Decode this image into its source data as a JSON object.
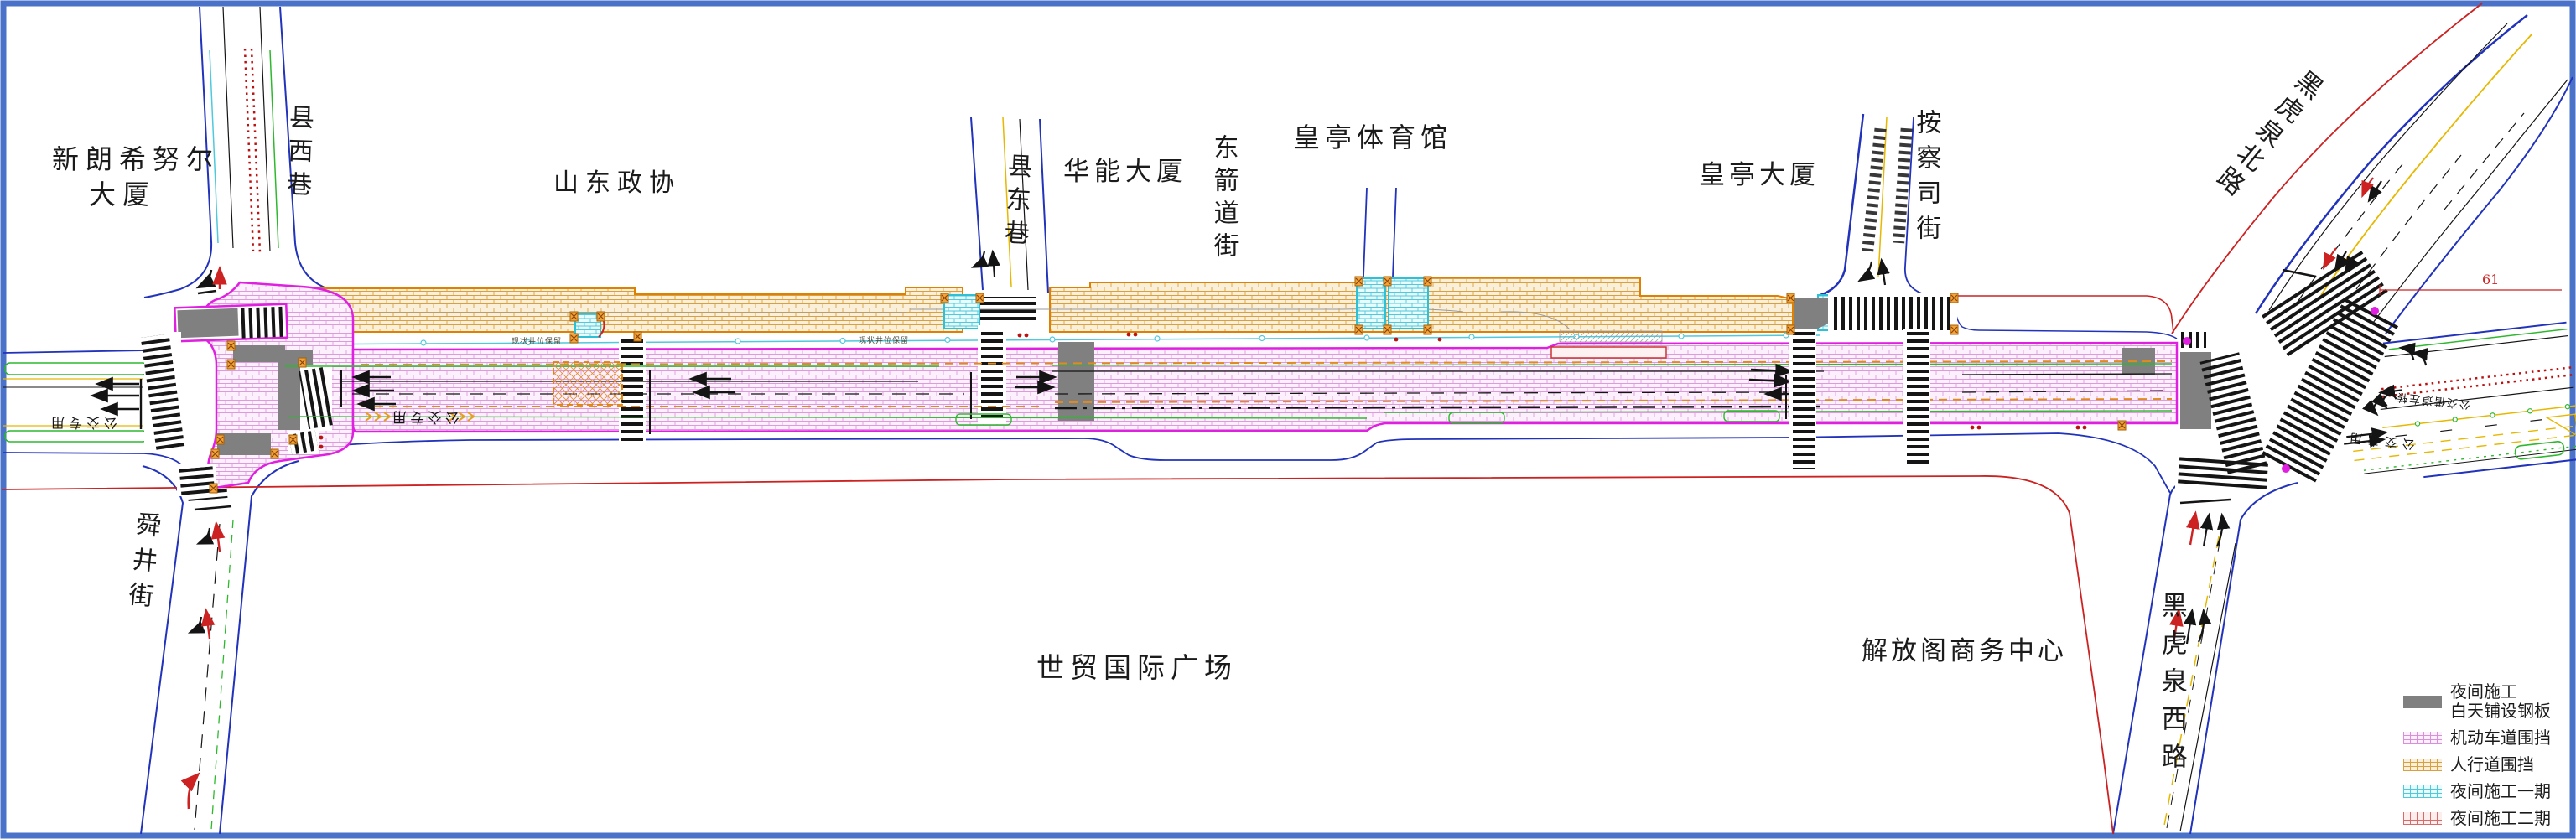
{
  "labels": {
    "xinlang_line1": "新朗希努尔",
    "xinlang_line2": "大厦",
    "xianxi_alley": "县西巷",
    "shandong_zhengxie": "山东政协",
    "xiandong_alley": "县东巷",
    "huaneng_tower": "华能大厦",
    "dongjiandao_street": "东箭道街",
    "huangting_gym": "皇亭体育馆",
    "huangting_tower": "皇亭大厦",
    "anchasi_street": "按察司街",
    "heihuquan_north_rd": "黑虎泉北路",
    "shunjing_street": "舜井街",
    "shimao_plaza": "世贸国际广场",
    "jiefangge_center": "解放阁商务中心",
    "heihuquan_west_rd": "黑虎泉西路"
  },
  "road_markings": {
    "bus_lane_west": "公交专用",
    "bus_lane_main": "公交专用",
    "bus_lane_east": "公交专用",
    "bus_borrow_left": "公交借道左转",
    "note_left": "现状井位保留",
    "note_right": "现状井位保留",
    "dimension": "61"
  },
  "legend": {
    "items": [
      {
        "line1": "夜间施工",
        "line2": "白天铺设钢板",
        "swatch": "#808080",
        "style": "solid"
      },
      {
        "line1": "机动车道围挡",
        "swatch": "#d98fd9",
        "style": "brick"
      },
      {
        "line1": "人行道围挡",
        "swatch": "#d8a040",
        "style": "brick"
      },
      {
        "line1": "夜间施工一期",
        "swatch": "#4fc9dc",
        "style": "brick"
      },
      {
        "line1": "夜间施工二期",
        "swatch": "#d96a6a",
        "style": "brick"
      }
    ]
  },
  "colors": {
    "frame": "#4a72c8",
    "workzone_border": "#e020e0",
    "sidewalk_border": "#e08000",
    "phase1_cyan": "#2ec0d4",
    "steel_plate": "#808080",
    "curb_blue": "#2233bb",
    "planning_red": "#cc2222"
  }
}
